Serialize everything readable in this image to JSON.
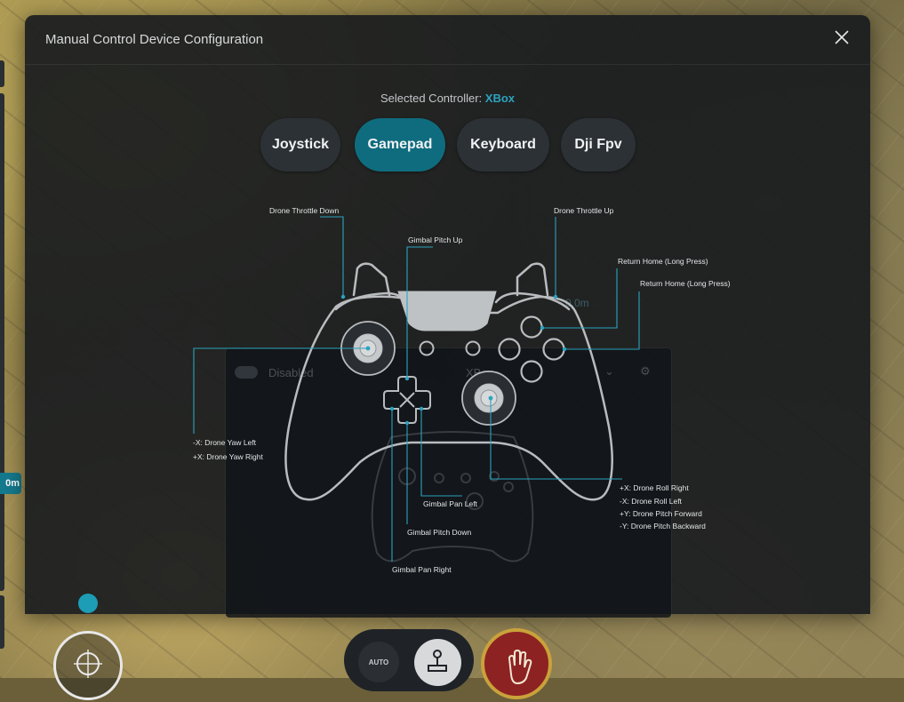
{
  "modal": {
    "title": "Manual Control Device Configuration",
    "selected_label": "Selected Controller:",
    "selected_value": "XBox"
  },
  "tabs": [
    {
      "label": "Joystick",
      "active": false
    },
    {
      "label": "Gamepad",
      "active": true
    },
    {
      "label": "Keyboard",
      "active": false
    },
    {
      "label": "Dji Fpv",
      "active": false
    }
  ],
  "mapping": {
    "left_trigger": "Drone Throttle Down",
    "right_trigger": "Drone Throttle Up",
    "gimbal_pitch_up": "Gimbal Pitch Up",
    "return_home_1": "Return Home (Long Press)",
    "return_home_2": "Return Home (Long Press)",
    "left_stick_x_neg": "-X: Drone Yaw Left",
    "left_stick_x_pos": "+X: Drone Yaw Right",
    "right_stick_x_pos": "+X: Drone Roll Right",
    "right_stick_x_neg": "-X: Drone Roll Left",
    "right_stick_y_pos": "+Y: Drone Pitch Forward",
    "right_stick_y_neg": "-Y: Drone Pitch Backward",
    "gimbal_pan_left": "Gimbal Pan Left",
    "gimbal_pitch_down": "Gimbal Pitch Down",
    "gimbal_pan_right": "Gimbal Pan Right"
  },
  "ghost_panel": {
    "toggle_label": "Disabled",
    "controller": "XBox"
  },
  "bottom": {
    "auto_label": "AUTO",
    "side_badge": "0m",
    "map_label": "0.0m"
  },
  "colors": {
    "accent": "#2ba3bf",
    "active_tab": "#0f6c7e",
    "tab": "#2c3135",
    "leader_line": "#2ba3bf",
    "controller_stroke": "#b9bcbf"
  }
}
